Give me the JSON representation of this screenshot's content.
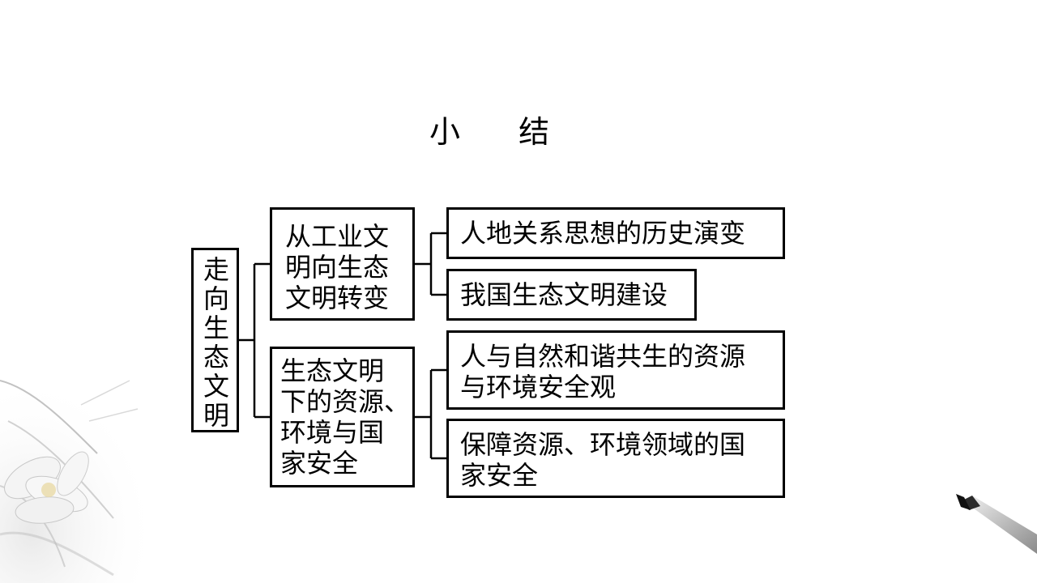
{
  "title": "小 结",
  "root": {
    "chars": [
      "走",
      "向",
      "生",
      "态",
      "文",
      "明"
    ]
  },
  "branches": [
    {
      "lines": [
        "从工业文",
        "明向生态",
        "文明转变"
      ],
      "children": [
        {
          "lines": [
            "人地关系思想的历史演变"
          ]
        },
        {
          "lines": [
            "我国生态文明建设"
          ]
        }
      ]
    },
    {
      "lines": [
        "生态文明",
        "下的资源、",
        "环境与国",
        "家安全"
      ],
      "children": [
        {
          "lines": [
            "人与自然和谐共生的资源",
            "与环境安全观"
          ]
        },
        {
          "lines": [
            "保障资源、环境领域的国",
            "家安全"
          ]
        }
      ]
    }
  ],
  "colors": {
    "line": "#000000",
    "background": "#ffffff"
  },
  "icons": {
    "flower": "lotus-flower-decoration",
    "brush": "calligraphy-brush-decoration"
  }
}
